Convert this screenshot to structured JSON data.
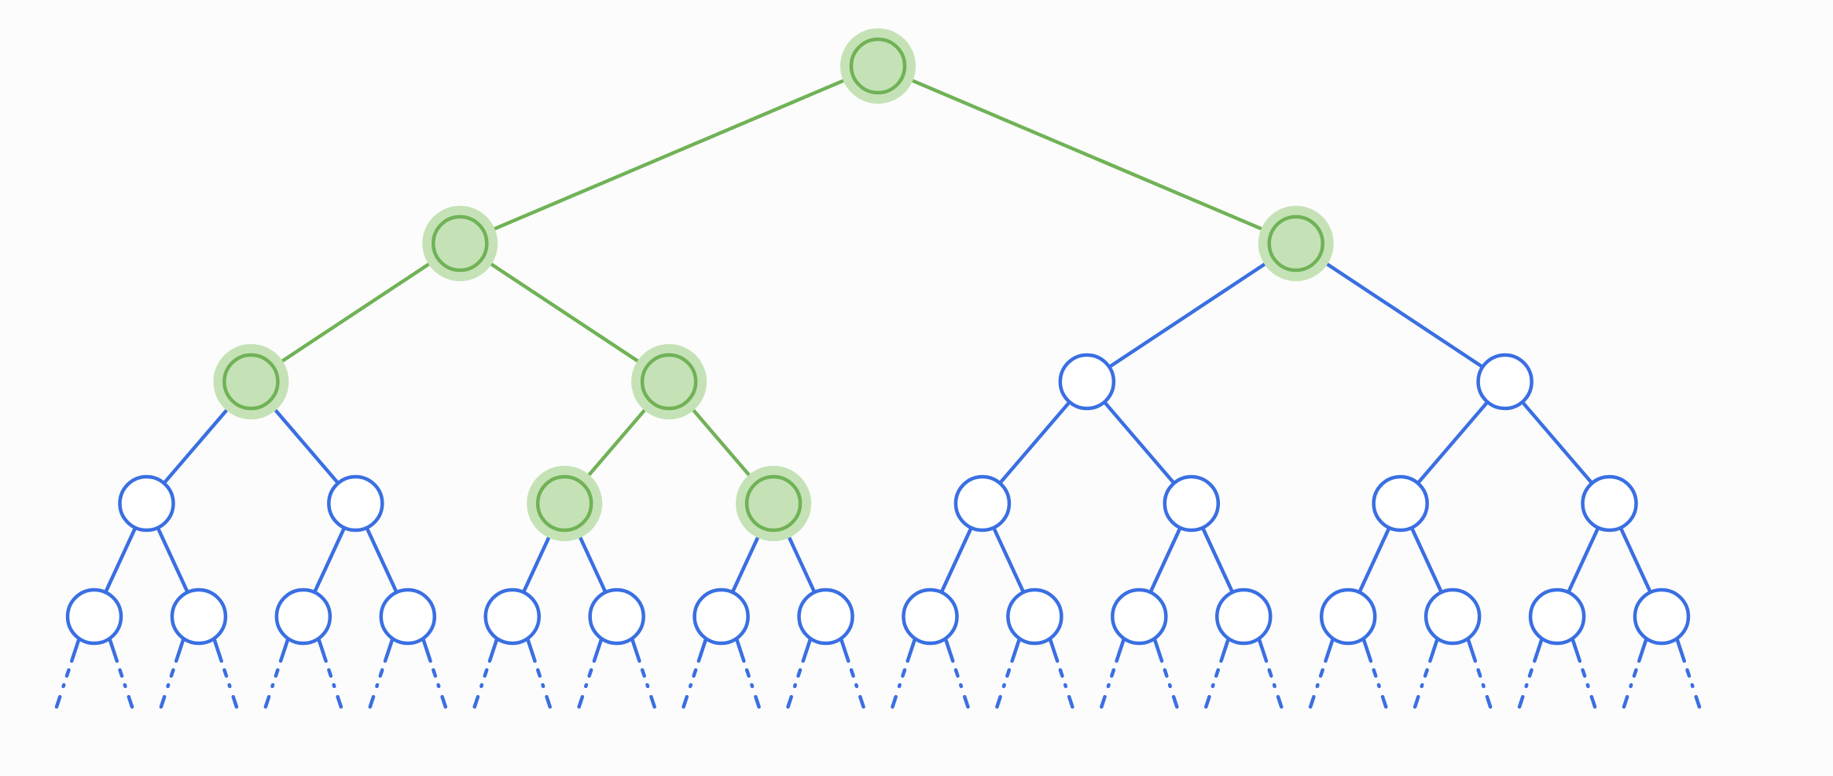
{
  "diagram": {
    "type": "binary-tree",
    "depth_shown": 5,
    "continues_below": true,
    "colors": {
      "default_node_stroke": "#3a6fe2",
      "default_node_fill": "#ffffff",
      "default_edge": "#3a6fe2",
      "highlight_stroke": "#70b256",
      "highlight_fill": "#c5e2b6",
      "highlight_halo": "#c5e2b6",
      "background": "#fcfcfc"
    },
    "highlighted_nodes": [
      "0",
      "00",
      "01",
      "000",
      "001",
      "0010",
      "0011"
    ]
  }
}
